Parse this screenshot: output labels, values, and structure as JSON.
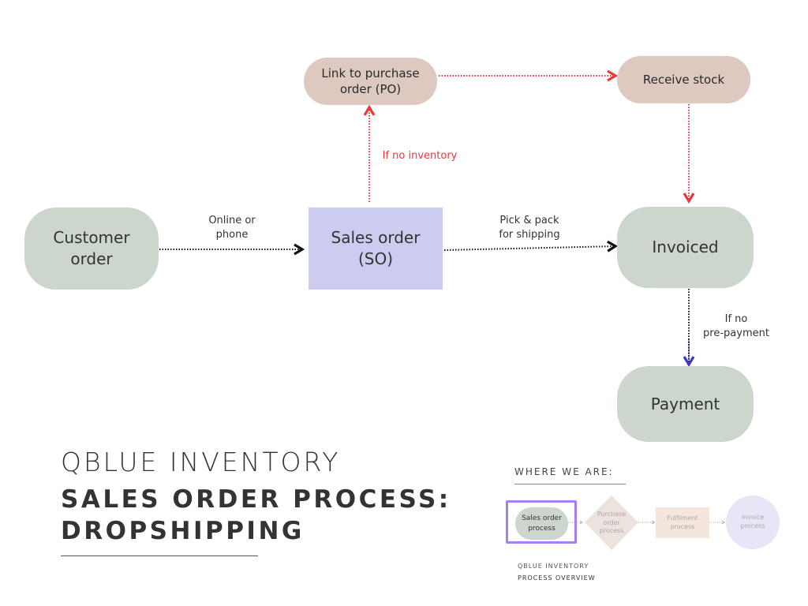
{
  "colors": {
    "tan_node": "#ddc9c0",
    "green_node": "#ccd6cc",
    "blue_node": "#ccccf0",
    "red_arrow": "#e8393f",
    "black_arrow": "#111111",
    "blue_arrow": "#3a3ac8",
    "highlight": "#a67ff0"
  },
  "nodes": {
    "customer_order": "Customer\norder",
    "sales_order": "Sales order\n(SO)",
    "link_po": "Link to purchase\norder (PO)",
    "receive_stock": "Receive stock",
    "invoiced": "Invoiced",
    "payment": "Payment"
  },
  "edge_labels": {
    "online_phone": "Online or\nphone",
    "no_inventory": "If no inventory",
    "pick_pack": "Pick & pack\nfor shipping",
    "no_prepayment": "If no\npre-payment"
  },
  "title": {
    "line1": "QBLUE INVENTORY",
    "line2": "SALES ORDER PROCESS:\nDROPSHIPPING"
  },
  "overview": {
    "heading": "WHERE WE ARE:",
    "steps": [
      "Sales order\nprocess",
      "Purchase\norder\nprocess",
      "Fulfilment\nprocess",
      "Invoice\nprocess"
    ],
    "current_step": "Sales order\nprocess",
    "footer_line1": "QBLUE INVENTORY",
    "footer_line2": "PROCESS OVERVIEW"
  }
}
